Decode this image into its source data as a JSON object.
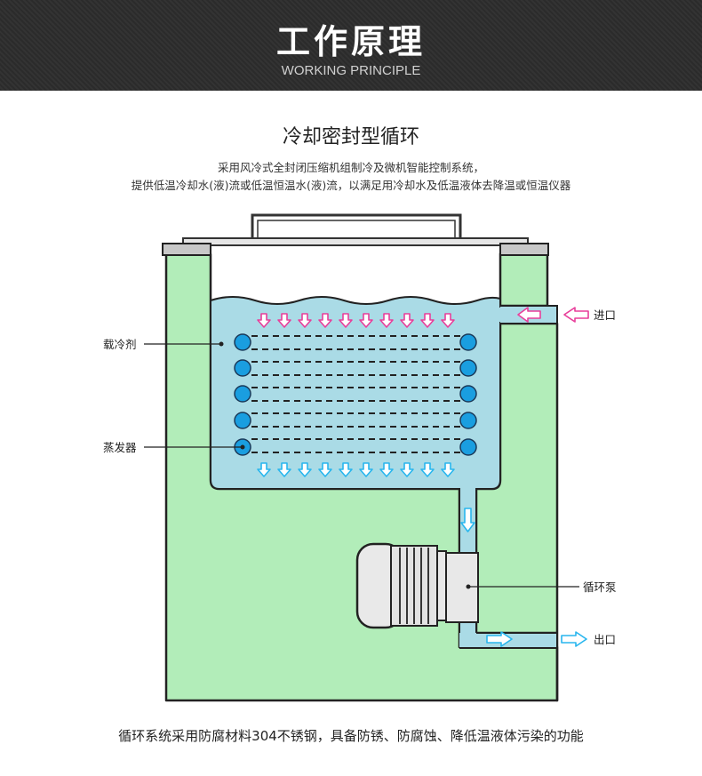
{
  "header": {
    "title": "工作原理",
    "subtitle": "WORKING PRINCIPLE"
  },
  "section": {
    "title": "冷却密封型循环",
    "description_line1": "采用风冷式全封闭压缩机组制冷及微机智能控制系统，",
    "description_line2": "提供低温冷却水(液)流或低温恒温水(液)流，以满足用冷却水及低温液体去降温或恒温仪器"
  },
  "labels": {
    "coolant": "载冷剂",
    "evaporator": "蒸发器",
    "pump": "循环泵",
    "inlet": "进口",
    "outlet": "出口"
  },
  "footer": {
    "text": "循环系统采用防腐材料304不锈钢，具备防锈、防腐蚀、降低温液体污染的功能"
  },
  "colors": {
    "header_bg": "#2e2e2e",
    "tank_green": "#b2edb9",
    "liquid_blue": "#aadbe6",
    "coil_blue": "#1a9ee0",
    "arrow_pink": "#e83e9a",
    "arrow_blue": "#28b6ee"
  }
}
